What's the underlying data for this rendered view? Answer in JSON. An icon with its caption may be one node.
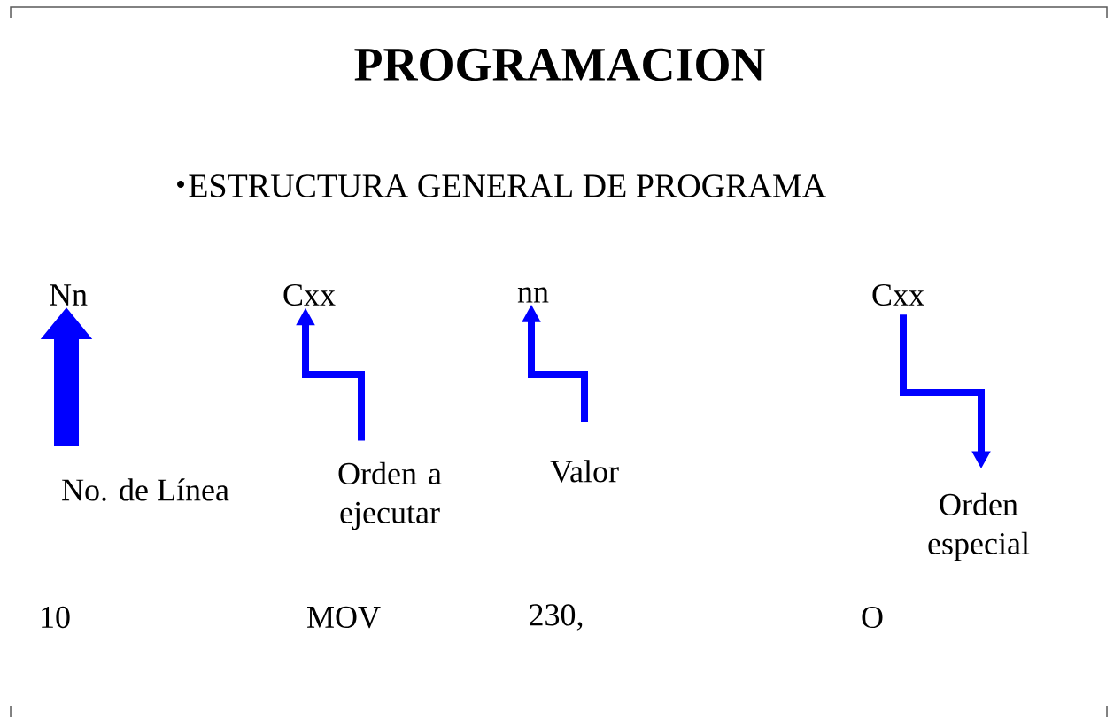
{
  "diagram": {
    "title": "PROGRAMACION",
    "nodes": [
      {
        "text": [
          "Nn"
        ]
      },
      {
        "text": [
          "Cxx"
        ]
      },
      {
        "text": [
          "nn"
        ]
      },
      {
        "text": [
          "Cxx"
        ]
      },
      {
        "text": [
          "No. de Línea"
        ]
      },
      {
        "text": [
          "Orden a ejecutar"
        ]
      },
      {
        "text": [
          "Valor"
        ]
      },
      {
        "text": [
          "Orden especial"
        ]
      }
    ],
    "edges": [
      {
        "from": 4,
        "to": 0,
        "arrow": "to",
        "style": "thick"
      },
      {
        "from": 5,
        "to": 1,
        "arrow": "to"
      },
      {
        "from": 6,
        "to": 2,
        "arrow": "to"
      },
      {
        "from": 3,
        "to": 7,
        "arrow": "to"
      }
    ],
    "labels": [
      "ESTRUCTURA GENERAL DE PROGRAMA",
      "10",
      "MOV",
      "230,",
      "O"
    ]
  }
}
